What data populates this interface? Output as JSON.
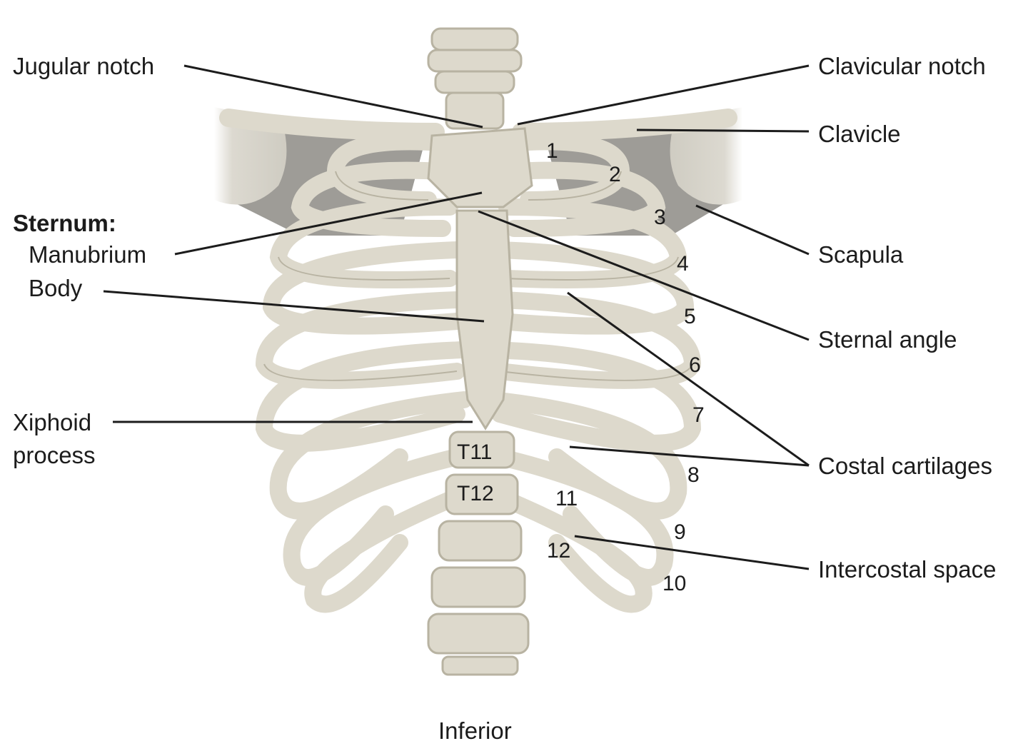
{
  "labels": {
    "jugular_notch": "Jugular notch",
    "clavicular_notch": "Clavicular notch",
    "clavicle": "Clavicle",
    "sternum": "Sternum:",
    "manubrium": "Manubrium",
    "body": "Body",
    "scapula": "Scapula",
    "sternal_angle": "Sternal angle",
    "xiphoid_line1": "Xiphoid",
    "xiphoid_line2": "process",
    "costal_cartilages": "Costal cartilages",
    "intercostal_space": "Intercostal space",
    "inferior": "Inferior"
  },
  "rib_numbers": [
    "1",
    "2",
    "3",
    "4",
    "5",
    "6",
    "7",
    "8",
    "9",
    "10",
    "11",
    "12"
  ],
  "vertebrae": [
    "T11",
    "T12"
  ],
  "colors": {
    "bone": "#ddd9cc",
    "bone_shadow": "#bfbaa9",
    "scapula": "#a8a6a1",
    "leader": "#1c1c1c"
  }
}
